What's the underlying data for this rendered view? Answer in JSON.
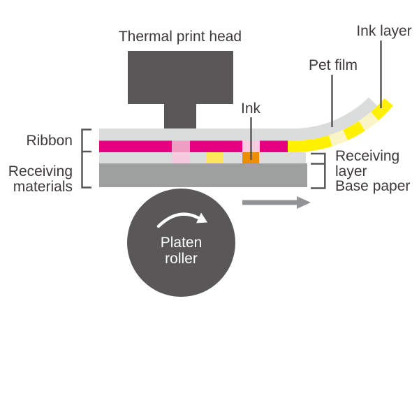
{
  "labels": {
    "thermal_print_head": "Thermal print head",
    "ink_layer": "Ink layer",
    "pet_film": "Pet film",
    "ink": "Ink",
    "ribbon": "Ribbon",
    "receiving_materials": {
      "line1": "Receiving",
      "line2": "materials"
    },
    "receiving_layer": {
      "line1": "Receiving",
      "line2": "layer"
    },
    "base_paper": "Base paper",
    "platen_roller": {
      "line1": "Platen",
      "line2": "roller"
    }
  },
  "icons": {
    "rotation_arrow": "clockwise-rotation-arrow",
    "feed_arrow": "right-feed-arrow"
  },
  "colors": {
    "background": "#FFFFFF",
    "dark": "#595757",
    "text": "#3E3A39",
    "light_gray": "#DBDCDC",
    "base_gray": "#9E9F9F",
    "arrow_gray": "#919394",
    "magenta": "#E4007F",
    "used_pink": "#F09DC4",
    "pale_pink": "#F7CBDF",
    "yellow": "#FFF100",
    "cream": "#FAF5C6",
    "transfer_yellow": "#FFE65C",
    "ink_orange": "#F08C00",
    "white": "#FFFFFF"
  }
}
